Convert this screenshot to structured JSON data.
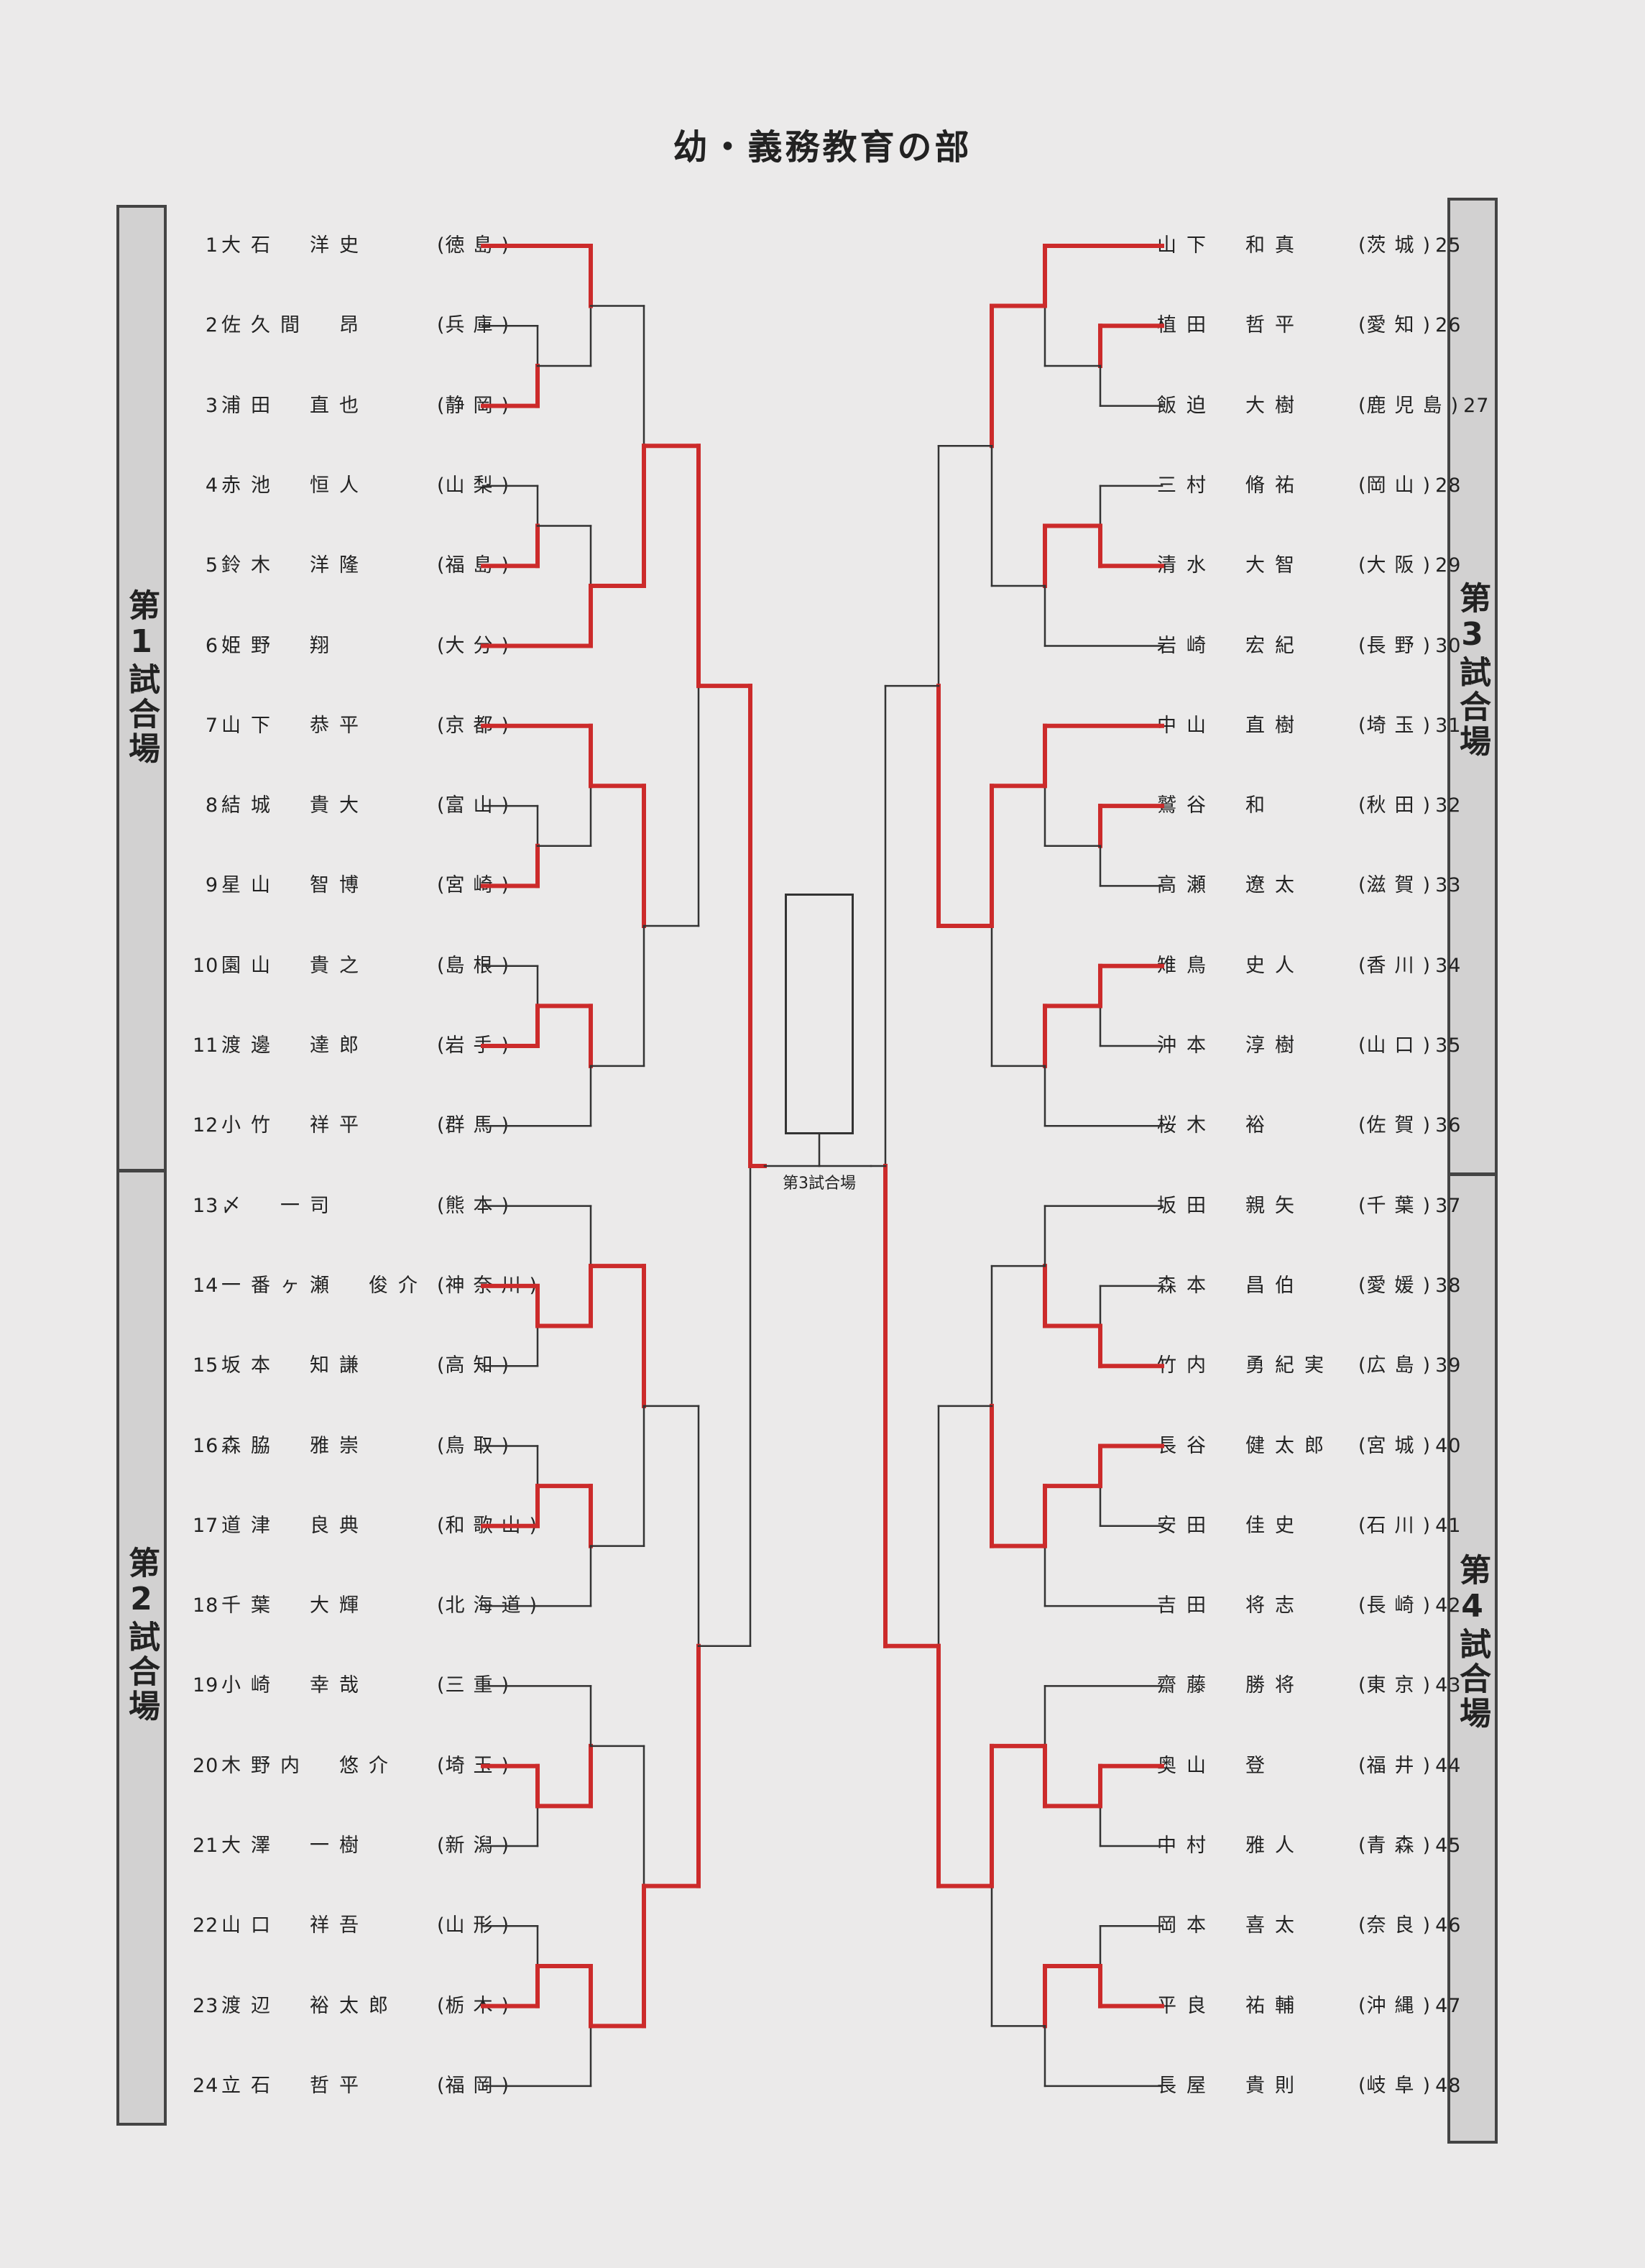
{
  "title": "幼・義務教育の部",
  "venues": {
    "v1": "第1試合場",
    "v2": "第2試合場",
    "v3": "第3試合場",
    "v4": "第4試合場"
  },
  "center_label": "第3試合場",
  "left_entries": [
    {
      "num": "1",
      "name": "大石　洋史",
      "pref": "徳島"
    },
    {
      "num": "2",
      "name": "佐久間　昂",
      "pref": "兵庫"
    },
    {
      "num": "3",
      "name": "浦田　直也",
      "pref": "静岡"
    },
    {
      "num": "4",
      "name": "赤池　恒人",
      "pref": "山梨"
    },
    {
      "num": "5",
      "name": "鈴木　洋隆",
      "pref": "福島"
    },
    {
      "num": "6",
      "name": "姫野　翔",
      "pref": "大分"
    },
    {
      "num": "7",
      "name": "山下　恭平",
      "pref": "京都"
    },
    {
      "num": "8",
      "name": "結城　貴大",
      "pref": "富山"
    },
    {
      "num": "9",
      "name": "星山　智博",
      "pref": "宮崎"
    },
    {
      "num": "10",
      "name": "園山　貴之",
      "pref": "島根"
    },
    {
      "num": "11",
      "name": "渡邊　達郎",
      "pref": "岩手"
    },
    {
      "num": "12",
      "name": "小竹　祥平",
      "pref": "群馬"
    },
    {
      "num": "13",
      "name": "〆　一司",
      "pref": "熊本"
    },
    {
      "num": "14",
      "name": "一番ヶ瀬　俊介",
      "pref": "神奈川"
    },
    {
      "num": "15",
      "name": "坂本　知謙",
      "pref": "高知"
    },
    {
      "num": "16",
      "name": "森脇　雅崇",
      "pref": "鳥取"
    },
    {
      "num": "17",
      "name": "道津　良典",
      "pref": "和歌山"
    },
    {
      "num": "18",
      "name": "千葉　大輝",
      "pref": "北海道"
    },
    {
      "num": "19",
      "name": "小崎　幸哉",
      "pref": "三重"
    },
    {
      "num": "20",
      "name": "木野内　悠介",
      "pref": "埼玉"
    },
    {
      "num": "21",
      "name": "大澤　一樹",
      "pref": "新潟"
    },
    {
      "num": "22",
      "name": "山口　祥吾",
      "pref": "山形"
    },
    {
      "num": "23",
      "name": "渡辺　裕太郎",
      "pref": "栃木"
    },
    {
      "num": "24",
      "name": "立石　哲平",
      "pref": "福岡"
    }
  ],
  "right_entries": [
    {
      "num": "25",
      "name": "山下　和真",
      "pref": "茨城"
    },
    {
      "num": "26",
      "name": "植田　哲平",
      "pref": "愛知"
    },
    {
      "num": "27",
      "name": "飯迫　大樹",
      "pref": "鹿児島"
    },
    {
      "num": "28",
      "name": "三村　脩祐",
      "pref": "岡山"
    },
    {
      "num": "29",
      "name": "清水　大智",
      "pref": "大阪"
    },
    {
      "num": "30",
      "name": "岩崎　宏紀",
      "pref": "長野"
    },
    {
      "num": "31",
      "name": "中山　直樹",
      "pref": "埼玉"
    },
    {
      "num": "32",
      "name": "鷲谷　和",
      "pref": "秋田"
    },
    {
      "num": "33",
      "name": "高瀬　遼太",
      "pref": "滋賀"
    },
    {
      "num": "34",
      "name": "雉鳥　史人",
      "pref": "香川"
    },
    {
      "num": "35",
      "name": "沖本　淳樹",
      "pref": "山口"
    },
    {
      "num": "36",
      "name": "桜木　裕",
      "pref": "佐賀"
    },
    {
      "num": "37",
      "name": "坂田　親矢",
      "pref": "千葉"
    },
    {
      "num": "38",
      "name": "森本　昌伯",
      "pref": "愛媛"
    },
    {
      "num": "39",
      "name": "竹内　勇紀実",
      "pref": "広島"
    },
    {
      "num": "40",
      "name": "長谷　健太郎",
      "pref": "宮城"
    },
    {
      "num": "41",
      "name": "安田　佳史",
      "pref": "石川"
    },
    {
      "num": "42",
      "name": "吉田　将志",
      "pref": "長崎"
    },
    {
      "num": "43",
      "name": "齋藤　勝将",
      "pref": "東京"
    },
    {
      "num": "44",
      "name": "奥山　登",
      "pref": "福井"
    },
    {
      "num": "45",
      "name": "中村　雅人",
      "pref": "青森"
    },
    {
      "num": "46",
      "name": "岡本　喜太",
      "pref": "奈良"
    },
    {
      "num": "47",
      "name": "平良　祐輔",
      "pref": "沖縄"
    },
    {
      "num": "48",
      "name": "長屋　貴則",
      "pref": "岐阜"
    }
  ]
}
